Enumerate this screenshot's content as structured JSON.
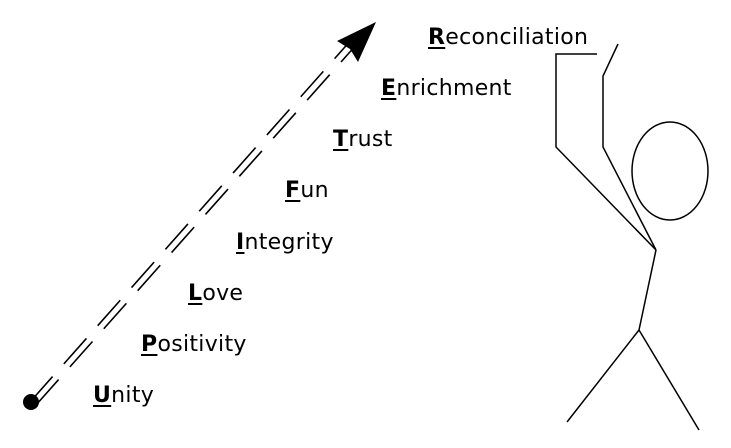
{
  "steps": [
    {
      "initial": "U",
      "rest": "nity"
    },
    {
      "initial": "P",
      "rest": "ositivity"
    },
    {
      "initial": "L",
      "rest": "ove"
    },
    {
      "initial": "I",
      "rest": "ntegrity"
    },
    {
      "initial": "F",
      "rest": "un"
    },
    {
      "initial": "T",
      "rest": "rust"
    },
    {
      "initial": "E",
      "rest": "nrichment"
    },
    {
      "initial": "R",
      "rest": "econciliation"
    }
  ]
}
